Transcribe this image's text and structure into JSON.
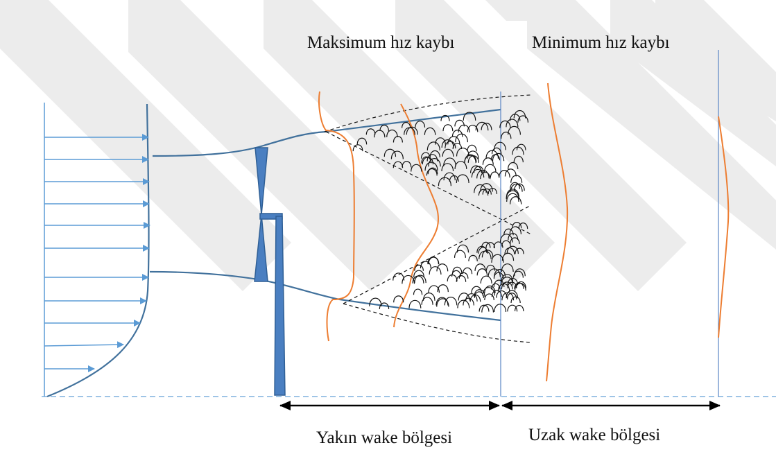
{
  "labels": {
    "max_loss": "Maksimum hız kaybı",
    "min_loss": "Minimum hız kaybı",
    "near_wake": "Yakın wake bölgesi",
    "far_wake": "Uzak wake bölgesi"
  },
  "colors": {
    "inflow": "#5b9bd5",
    "streamtube": "#41719c",
    "turbine": "#4a7fc1",
    "profile": "#ed7d31",
    "guide": "#111111",
    "ground": "#7fb0de",
    "watermark": "#ececec"
  }
}
